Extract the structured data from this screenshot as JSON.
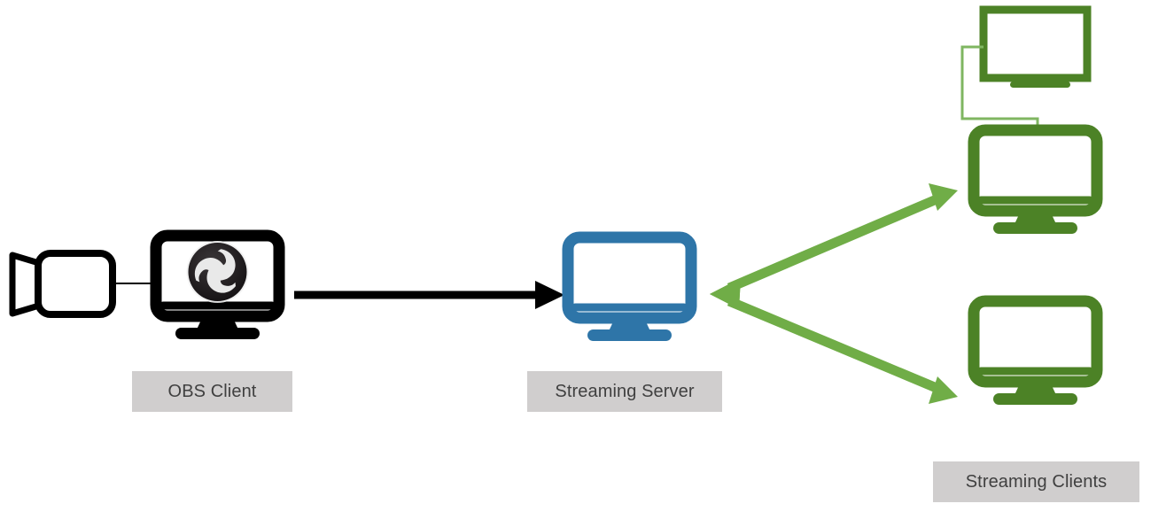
{
  "diagram": {
    "title": "OBS streaming architecture",
    "background_color": "#ffffff",
    "nodes": [
      {
        "id": "camera",
        "icon": "video-camera-icon",
        "color": "#000000",
        "label": ""
      },
      {
        "id": "obs-client",
        "icon": "desktop-monitor-icon",
        "badge_icon": "obs-studio-logo-icon",
        "color": "#000000",
        "label": "OBS Client"
      },
      {
        "id": "streaming-server",
        "icon": "desktop-monitor-icon",
        "color": "#2E75A8",
        "label": "Streaming Server"
      },
      {
        "id": "client-tv",
        "icon": "tv-display-icon",
        "color": "#4C8226",
        "label": ""
      },
      {
        "id": "client-monitor-top",
        "icon": "desktop-monitor-icon",
        "color": "#4C8226",
        "label": ""
      },
      {
        "id": "client-monitor-bottom",
        "icon": "desktop-monitor-icon",
        "color": "#4C8226",
        "label": ""
      }
    ],
    "labels": {
      "obs_client": "OBS Client",
      "streaming_server": "Streaming Server",
      "streaming_clients": "Streaming Clients"
    },
    "connectors": [
      {
        "id": "camera-to-obs",
        "from": "camera",
        "to": "obs-client",
        "style": "thin-line",
        "color": "#000000",
        "arrowheads": "none"
      },
      {
        "id": "obs-to-server",
        "from": "obs-client",
        "to": "streaming-server",
        "style": "thick-arrow",
        "color": "#000000",
        "arrowheads": "end"
      },
      {
        "id": "server-to-client-top",
        "from": "streaming-server",
        "to": "client-monitor-top",
        "style": "thick-arrow",
        "color": "#70AD47",
        "arrowheads": "both"
      },
      {
        "id": "server-to-client-bottom",
        "from": "streaming-server",
        "to": "client-monitor-bottom",
        "style": "thick-arrow",
        "color": "#70AD47",
        "arrowheads": "both"
      },
      {
        "id": "tv-to-monitor",
        "from": "client-tv",
        "to": "client-monitor-top",
        "style": "thin-elbow-line",
        "color": "#7FB661",
        "arrowheads": "none"
      }
    ],
    "colors": {
      "black": "#000000",
      "blue": "#2E75A8",
      "dark_green": "#4C8226",
      "arrow_green": "#70AD47",
      "light_green": "#7FB661",
      "label_bg": "#d0cece",
      "label_text": "#404040",
      "obs_logo_dark": "#221F20",
      "obs_logo_light": "#e8e8e8"
    }
  }
}
